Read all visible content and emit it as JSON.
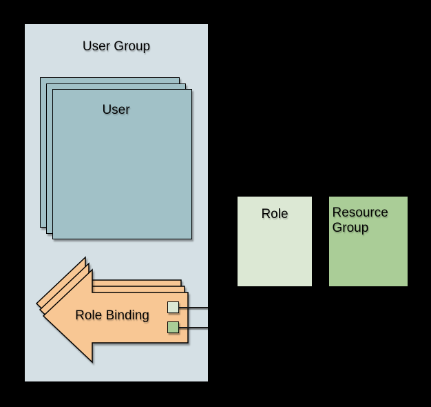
{
  "diagram": {
    "background_color": "#000000",
    "border_color": "#000000",
    "user_group": {
      "label": "User Group",
      "fill": "#d5e0e5"
    },
    "user_stack": {
      "label": "User",
      "fill": "#a1c1c7",
      "copy_count": 3
    },
    "role_binding": {
      "label": "Role Binding",
      "fill": "#f8c794",
      "copy_count": 3
    },
    "role": {
      "label": "Role",
      "fill": "#dce8d4"
    },
    "resource_group": {
      "label": "Resource Group",
      "fill": "#aacd97"
    },
    "connectors": {
      "role": {
        "square_fill": "#dce8d4",
        "line_color": "#1a1a1a"
      },
      "resource_group": {
        "square_fill": "#aacd97",
        "line_color": "#1a1a1a"
      }
    }
  }
}
